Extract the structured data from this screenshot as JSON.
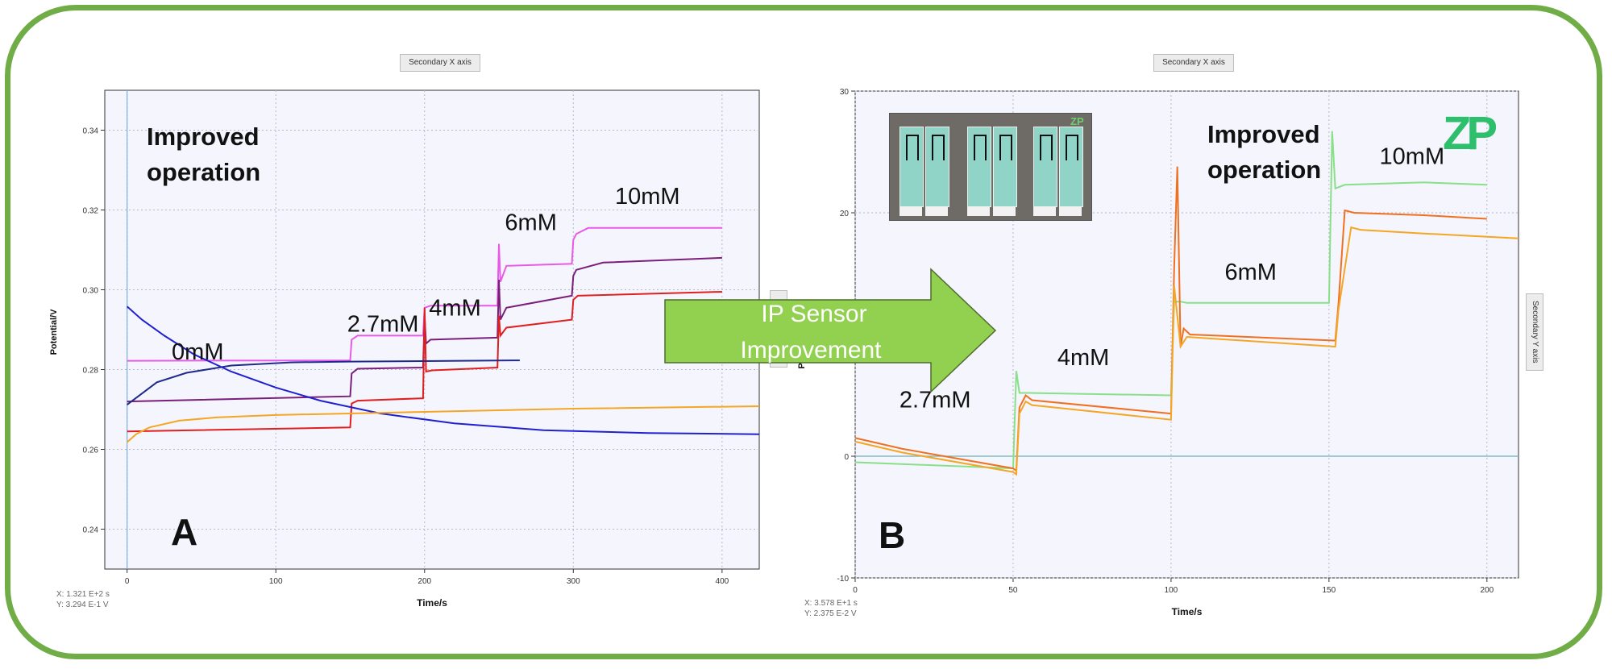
{
  "chart_data": [
    {
      "type": "line",
      "panel_label": "A",
      "annotation": "Improved\noperation",
      "xlabel": "Time/s",
      "ylabel": "Potential/V",
      "xlim": [
        -15,
        425
      ],
      "ylim": [
        0.23,
        0.35
      ],
      "x_ticks": [
        "0",
        "100",
        "200",
        "300",
        "400"
      ],
      "y_ticks": [
        "0.24",
        "0.26",
        "0.28",
        "0.30",
        "0.32",
        "0.34"
      ],
      "secondary_axis_button": "Secondary X axis",
      "cursor_readout": [
        "X: 1.321 E+2 s",
        "Y: 3.294 E-1 V"
      ],
      "grid": true,
      "step_labels": [
        {
          "text": "0mM",
          "x": 30,
          "y": 0.2825
        },
        {
          "text": "2.7mM",
          "x": 148,
          "y": 0.2895
        },
        {
          "text": "4mM",
          "x": 203,
          "y": 0.2935
        },
        {
          "text": "6mM",
          "x": 254,
          "y": 0.315
        },
        {
          "text": "10mM",
          "x": 328,
          "y": 0.3215
        }
      ],
      "series": [
        {
          "color": "#e85ae8",
          "points": [
            [
              0,
              0.2822
            ],
            [
              150,
              0.2823
            ],
            [
              151,
              0.2875
            ],
            [
              155,
              0.2885
            ],
            [
              199,
              0.2885
            ],
            [
              200,
              0.2955
            ],
            [
              204,
              0.296
            ],
            [
              249,
              0.296
            ],
            [
              250,
              0.3115
            ],
            [
              251,
              0.302
            ],
            [
              255,
              0.306
            ],
            [
              299,
              0.3065
            ],
            [
              300,
              0.3125
            ],
            [
              302,
              0.314
            ],
            [
              310,
              0.3155
            ],
            [
              400,
              0.3155
            ]
          ]
        },
        {
          "color": "#7a1f7a",
          "points": [
            [
              0,
              0.272
            ],
            [
              150,
              0.2733
            ],
            [
              151,
              0.279
            ],
            [
              155,
              0.2802
            ],
            [
              199,
              0.2805
            ],
            [
              200,
              0.2935
            ],
            [
              201,
              0.2865
            ],
            [
              204,
              0.2875
            ],
            [
              249,
              0.288
            ],
            [
              250,
              0.3025
            ],
            [
              251,
              0.2925
            ],
            [
              255,
              0.2955
            ],
            [
              299,
              0.2985
            ],
            [
              300,
              0.3035
            ],
            [
              302,
              0.305
            ],
            [
              320,
              0.3068
            ],
            [
              400,
              0.308
            ]
          ]
        },
        {
          "color": "#e02020",
          "points": [
            [
              0,
              0.2645
            ],
            [
              150,
              0.2655
            ],
            [
              151,
              0.2715
            ],
            [
              155,
              0.2722
            ],
            [
              199,
              0.2728
            ],
            [
              200,
              0.2955
            ],
            [
              201,
              0.2795
            ],
            [
              205,
              0.2798
            ],
            [
              249,
              0.2805
            ],
            [
              250,
              0.2935
            ],
            [
              251,
              0.2885
            ],
            [
              255,
              0.2905
            ],
            [
              299,
              0.2925
            ],
            [
              300,
              0.2975
            ],
            [
              303,
              0.2985
            ],
            [
              400,
              0.2995
            ]
          ]
        },
        {
          "color": "#1f2a8c",
          "points": [
            [
              0,
              0.2712
            ],
            [
              20,
              0.2768
            ],
            [
              40,
              0.2792
            ],
            [
              70,
              0.281
            ],
            [
              110,
              0.2818
            ],
            [
              150,
              0.282
            ],
            [
              264,
              0.2823
            ]
          ]
        },
        {
          "color": "#2020d0",
          "points": [
            [
              0,
              0.2958
            ],
            [
              10,
              0.2925
            ],
            [
              25,
              0.2885
            ],
            [
              45,
              0.2838
            ],
            [
              70,
              0.2795
            ],
            [
              100,
              0.2755
            ],
            [
              130,
              0.2722
            ],
            [
              170,
              0.269
            ],
            [
              220,
              0.2665
            ],
            [
              280,
              0.2648
            ],
            [
              350,
              0.2641
            ],
            [
              425,
              0.2638
            ]
          ]
        },
        {
          "color": "#f5a623",
          "points": [
            [
              0,
              0.2618
            ],
            [
              6,
              0.2638
            ],
            [
              15,
              0.2655
            ],
            [
              35,
              0.2672
            ],
            [
              60,
              0.268
            ],
            [
              100,
              0.2686
            ],
            [
              200,
              0.2694
            ],
            [
              300,
              0.2702
            ],
            [
              425,
              0.2708
            ]
          ]
        }
      ]
    },
    {
      "type": "line",
      "panel_label": "B",
      "annotation": "Improved\noperation",
      "xlabel": "Time/s",
      "ylabel": "P",
      "xlim": [
        0,
        210
      ],
      "ylim": [
        -10,
        30
      ],
      "x_ticks": [
        "0",
        "50",
        "100",
        "150",
        "200"
      ],
      "y_ticks": [
        "-10",
        "0",
        "20",
        "30"
      ],
      "secondary_axis_button": "Secondary X axis",
      "secondary_y_button": "Secondary Y axis",
      "cursor_readout": [
        "X: 3.578 E+1 s",
        "Y: 2.375 E-2 V"
      ],
      "grid": true,
      "step_labels": [
        {
          "text": "2.7mM",
          "x": 14,
          "y": 4.0
        },
        {
          "text": "4mM",
          "x": 64,
          "y": 7.5
        },
        {
          "text": "6mM",
          "x": 117,
          "y": 14.5
        },
        {
          "text": "10mM",
          "x": 166,
          "y": 24.0
        }
      ],
      "series": [
        {
          "color": "#88e088",
          "points": [
            [
              0,
              -0.5
            ],
            [
              50,
              -1.0
            ],
            [
              51,
              7.0
            ],
            [
              52,
              5.2
            ],
            [
              55,
              5.2
            ],
            [
              100,
              5.0
            ],
            [
              101,
              12.7
            ],
            [
              103,
              12.7
            ],
            [
              105,
              12.6
            ],
            [
              150,
              12.6
            ],
            [
              151,
              26.7
            ],
            [
              152,
              22.0
            ],
            [
              155,
              22.3
            ],
            [
              180,
              22.5
            ],
            [
              200,
              22.3
            ]
          ]
        },
        {
          "color": "#f07020",
          "points": [
            [
              0,
              1.5
            ],
            [
              15,
              0.6
            ],
            [
              50,
              -1.0
            ],
            [
              51,
              -1.2
            ],
            [
              52,
              4.0
            ],
            [
              54,
              5.0
            ],
            [
              56,
              4.6
            ],
            [
              100,
              3.5
            ],
            [
              101,
              15.5
            ],
            [
              102,
              23.8
            ],
            [
              103,
              9.0
            ],
            [
              104,
              10.5
            ],
            [
              106,
              10.0
            ],
            [
              152,
              9.5
            ],
            [
              153,
              12.5
            ],
            [
              155,
              20.2
            ],
            [
              158,
              20.0
            ],
            [
              180,
              19.8
            ],
            [
              200,
              19.5
            ]
          ]
        },
        {
          "color": "#f5a623",
          "points": [
            [
              0,
              1.2
            ],
            [
              15,
              0.3
            ],
            [
              50,
              -1.3
            ],
            [
              51,
              -1.5
            ],
            [
              52,
              3.5
            ],
            [
              54,
              4.5
            ],
            [
              56,
              4.2
            ],
            [
              100,
              3.0
            ],
            [
              101,
              14.0
            ],
            [
              103,
              9.0
            ],
            [
              105,
              9.8
            ],
            [
              152,
              9.0
            ],
            [
              153,
              12.0
            ],
            [
              157,
              18.8
            ],
            [
              160,
              18.6
            ],
            [
              180,
              18.3
            ],
            [
              210,
              17.9
            ]
          ]
        }
      ]
    }
  ],
  "arrow": {
    "line1": "IP Sensor",
    "line2": "Improvement"
  },
  "colors": {
    "frame": "#70ad47",
    "arrow_fill": "#92d050",
    "arrow_border": "#4f6b2f",
    "logo": "#2dbf6c"
  },
  "logo_text": "ZP",
  "photo_logo_text": "ZP"
}
